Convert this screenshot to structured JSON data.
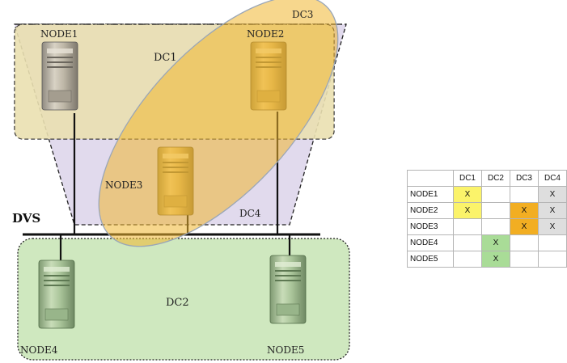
{
  "colors": {
    "dc1": "#f3eaa8",
    "dc2": "#cfe8bf",
    "dc3": "#f1c65a",
    "dc4": "#dcd4ea",
    "server": "#c9bfa9",
    "cell_dc1": "#fbf36a",
    "cell_dc2": "#a9dc97",
    "cell_dc3": "#f2ae22",
    "cell_dc4": "#dedede"
  },
  "diagram": {
    "bus_label": "DVS",
    "regions": {
      "dc1": "DC1",
      "dc2": "DC2",
      "dc3": "DC3",
      "dc4": "DC4"
    },
    "nodes": {
      "node1": "NODE1",
      "node2": "NODE2",
      "node3": "NODE3",
      "node4": "NODE4",
      "node5": "NODE5"
    },
    "icons": {
      "node1": "server-icon",
      "node2": "server-icon",
      "node3": "server-icon",
      "node4": "server-icon",
      "node5": "server-icon"
    }
  },
  "matrix": {
    "columns": [
      "DC1",
      "DC2",
      "DC3",
      "DC4"
    ],
    "rows": [
      {
        "node": "NODE1",
        "cells": [
          "X",
          "",
          "",
          "X"
        ]
      },
      {
        "node": "NODE2",
        "cells": [
          "X",
          "",
          "X",
          "X"
        ]
      },
      {
        "node": "NODE3",
        "cells": [
          "",
          "",
          "X",
          "X"
        ]
      },
      {
        "node": "NODE4",
        "cells": [
          "",
          "X",
          "",
          ""
        ]
      },
      {
        "node": "NODE5",
        "cells": [
          "",
          "X",
          "",
          ""
        ]
      }
    ]
  }
}
